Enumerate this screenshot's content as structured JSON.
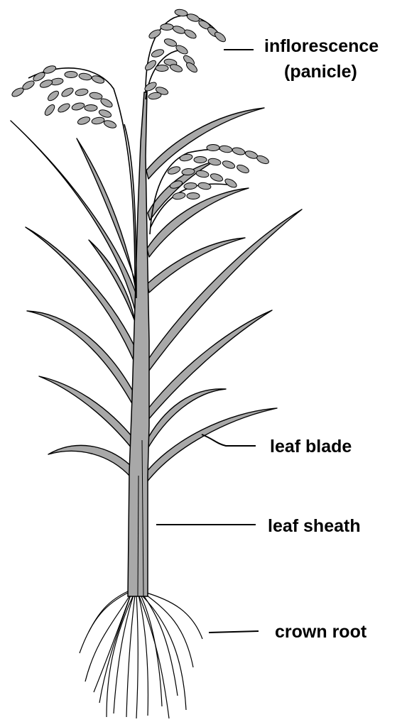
{
  "labels": {
    "inflorescence": "inflorescence",
    "panicle": "(panicle)",
    "leaf_blade": "leaf blade",
    "leaf_sheath": "leaf sheath",
    "crown_root": "crown root"
  },
  "colors": {
    "leaf_fill": "#a8a8a8",
    "outline": "#000000",
    "background": "#ffffff"
  }
}
